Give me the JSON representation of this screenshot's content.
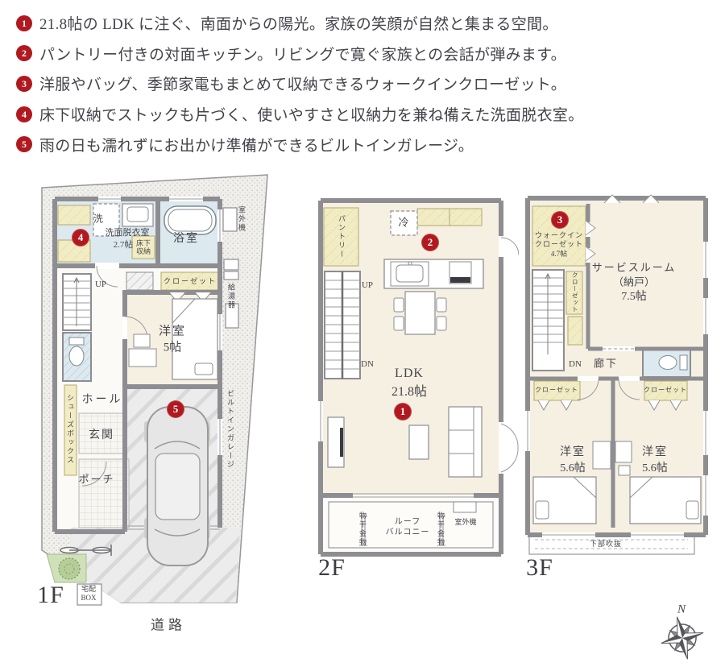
{
  "colors": {
    "badge_red": "#b0191f",
    "room_cream": "#f5f0e1",
    "wet_blue": "#dce9ee",
    "closet_yellow": "#f2ecc4",
    "wall_gray": "#8d8d92"
  },
  "header": {
    "items": [
      {
        "num": "1",
        "text": "21.8帖の LDK に注ぐ、南面からの陽光。家族の笑顔が自然と集まる空間。"
      },
      {
        "num": "2",
        "text": "パントリー付きの対面キッチン。リビングで寛ぐ家族との会話が弾みます。"
      },
      {
        "num": "3",
        "text": "洋服やバッグ、季節家電もまとめて収納できるウォークインクローゼット。"
      },
      {
        "num": "4",
        "text": "床下収納でストックも片づく、使いやすさと収納力を兼ね備えた洗面脱衣室。"
      },
      {
        "num": "5",
        "text": "雨の日も濡れずにお出かけ準備ができるビルトインガレージ。"
      }
    ]
  },
  "f1": {
    "label": "1F",
    "road": "道路",
    "laundry": "洗",
    "washroom": "洗面脱衣室",
    "washroom_size": "2.7帖",
    "floor_storage": "床下収納",
    "bath": "浴室",
    "outdoor_unit": "室外機",
    "water_heater": "給湯器",
    "closet": "クローゼット",
    "up": "UP",
    "room_name": "洋室",
    "room_size": "5帖",
    "hall": "ホール",
    "shoes_box": "シューズボックス",
    "entrance": "玄関",
    "porch": "ポーチ",
    "garage": "ビルトインガレージ",
    "delivery_line1": "宅配",
    "delivery_line2": "BOX",
    "badge4": "4",
    "badge5": "5"
  },
  "f2": {
    "label": "2F",
    "pantry": "パントリー",
    "fridge": "冷",
    "up": "UP",
    "dn": "DN",
    "ldk": "LDK",
    "ldk_size": "21.8帖",
    "hanger": "物干金物",
    "balcony_l1": "ルーフ",
    "balcony_l2": "バルコニー",
    "outdoor_unit": "室外機",
    "badge1": "1",
    "badge2": "2"
  },
  "f3": {
    "label": "3F",
    "wic_l1": "ウォークイン",
    "wic_l2": "クローゼット",
    "wic_size": "4.7帖",
    "service_l1": "サービスルーム",
    "service_l2": "（納戸）",
    "service_l3": "7.5帖",
    "closet": "クローゼット",
    "dn": "DN",
    "hallway": "廊下",
    "room_name": "洋室",
    "room_size": "5.6帖",
    "eaves": "下部吹抜",
    "badge3": "3"
  },
  "compass": {
    "n": "N"
  }
}
